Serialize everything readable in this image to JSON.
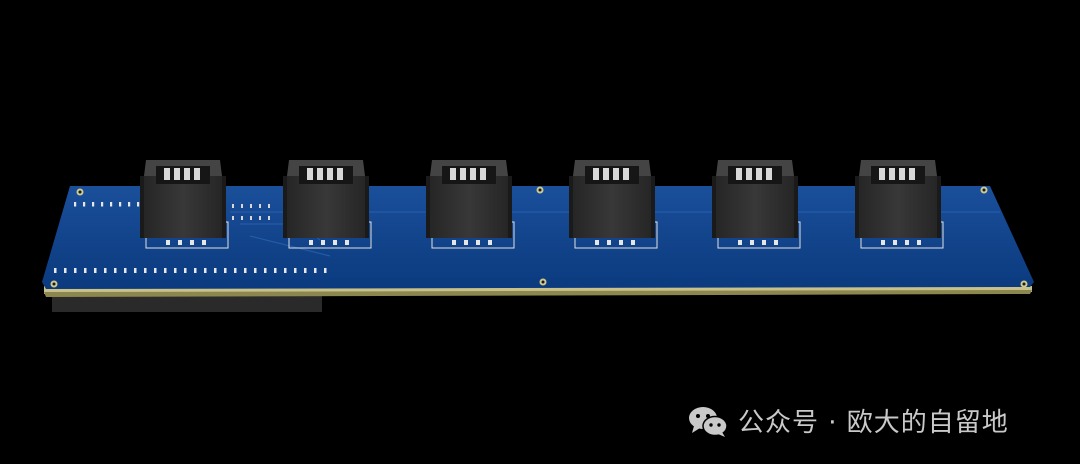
{
  "scene": {
    "board_color": "#0d3f86",
    "board_edge_color": "#c8c28a",
    "connector_color": "#2e2e2e",
    "connector_count": 6,
    "pins_per_connector": 4
  },
  "watermark": {
    "icon": "wechat-icon",
    "text": "公众号 · 欧大的自留地"
  }
}
